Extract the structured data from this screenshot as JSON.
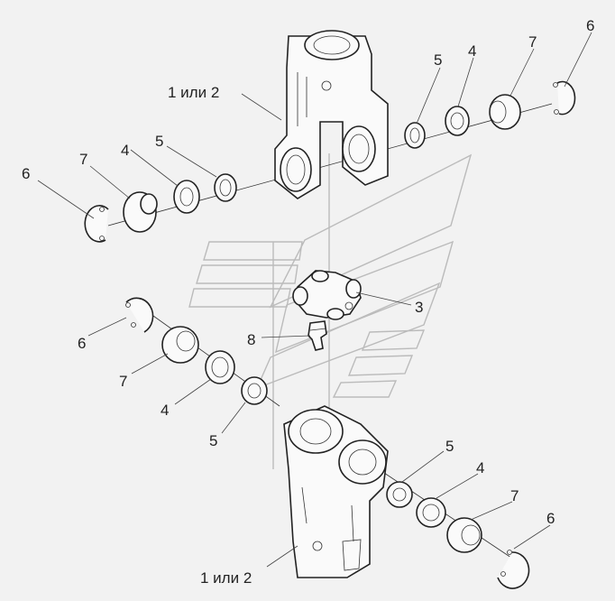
{
  "diagram": {
    "labels": {
      "yoke_top": "1 или 2",
      "yoke_bottom": "1 или 2",
      "cross": "3",
      "seal_ul": "4",
      "seal_ur": "4",
      "seal_ll": "4",
      "seal_lr": "4",
      "washer_ul": "5",
      "washer_ur": "5",
      "washer_ll": "5",
      "washer_lr": "5",
      "ring_ul": "6",
      "ring_ur": "6",
      "ring_ll": "6",
      "ring_lr": "6",
      "bearing_ul": "7",
      "bearing_ur": "7",
      "bearing_ll": "7",
      "bearing_lr": "7",
      "grease_fitting": "8"
    }
  }
}
